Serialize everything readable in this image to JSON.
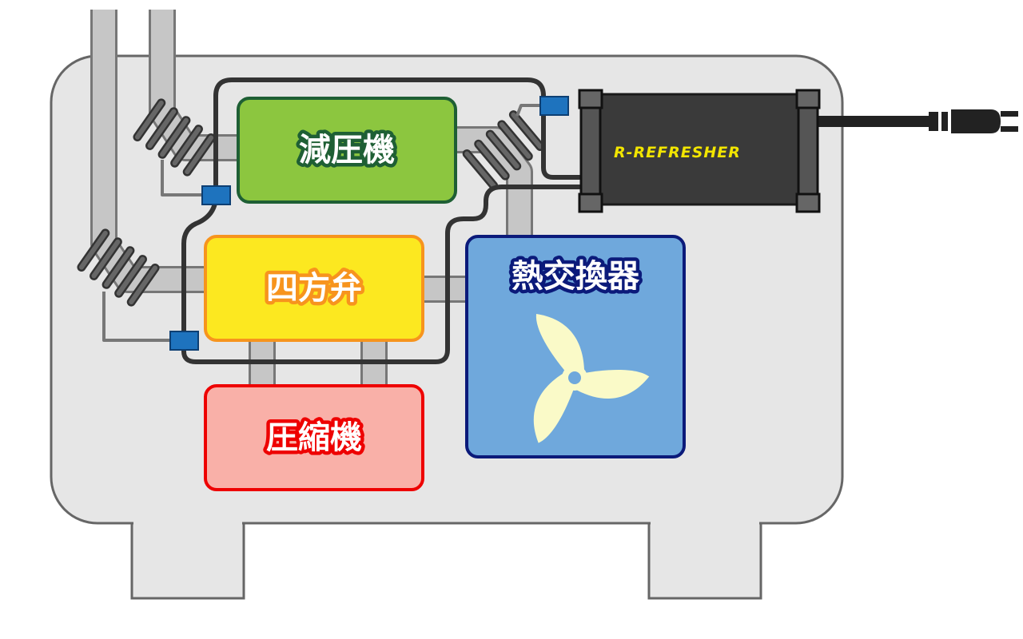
{
  "components": {
    "decompressor": {
      "label": "減圧機"
    },
    "four_way_valve": {
      "label": "四方弁"
    },
    "compressor": {
      "label": "圧縮機"
    },
    "heat_exchanger": {
      "label": "熱交換器"
    }
  },
  "device": {
    "brand_label": "R-REFRESHER",
    "power_plug_icon": "power-plug-icon"
  },
  "icons": {
    "fan": "fan-icon",
    "sensor": "sensor-clip-icon",
    "pipe_wrap": "pipe-insulation-wrap-icon"
  },
  "colors": {
    "unit_body": "#e6e6e6",
    "unit_outline": "#666666",
    "pipe": "#c6c6c6",
    "cable": "#333333",
    "decompressor_fill": "#8cc63f",
    "decompressor_border": "#1e5f34",
    "valve_fill": "#fce820",
    "valve_border": "#f7941d",
    "compressor_fill": "#f9b0a8",
    "compressor_border": "#ee0000",
    "exchanger_fill": "#6fa8dc",
    "exchanger_border": "#0b1a7a",
    "device_body": "#3a3a3a",
    "brand_text": "#f2e500",
    "sensor": "#1e73be",
    "fan": "#fafac8"
  }
}
